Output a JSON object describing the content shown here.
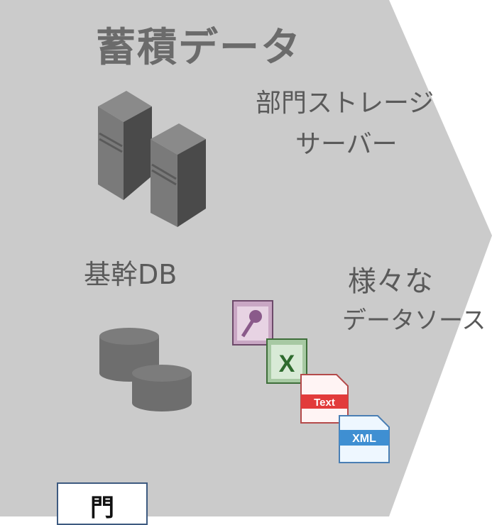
{
  "colors": {
    "panel": "#cbcbcb",
    "text": "#5a5a5a",
    "server_front": "#7a7a7a",
    "server_side": "#4d4d4d",
    "db_cylinder": "#6e6e6e",
    "box_border": "#3d5a80"
  },
  "title": "蓄積データ",
  "storage_server": {
    "line1": "部門ストレージ",
    "line2": "サーバー"
  },
  "core_db": "基幹DB",
  "various_sources": {
    "line1": "様々な",
    "line2": "データソース"
  },
  "file_icons": [
    {
      "icon": "access-key-icon",
      "label": ""
    },
    {
      "icon": "excel-x-icon",
      "label": ""
    },
    {
      "icon": "text-file-icon",
      "label": "Text"
    },
    {
      "icon": "xml-file-icon",
      "label": "XML"
    }
  ],
  "partial_box_text": "門"
}
